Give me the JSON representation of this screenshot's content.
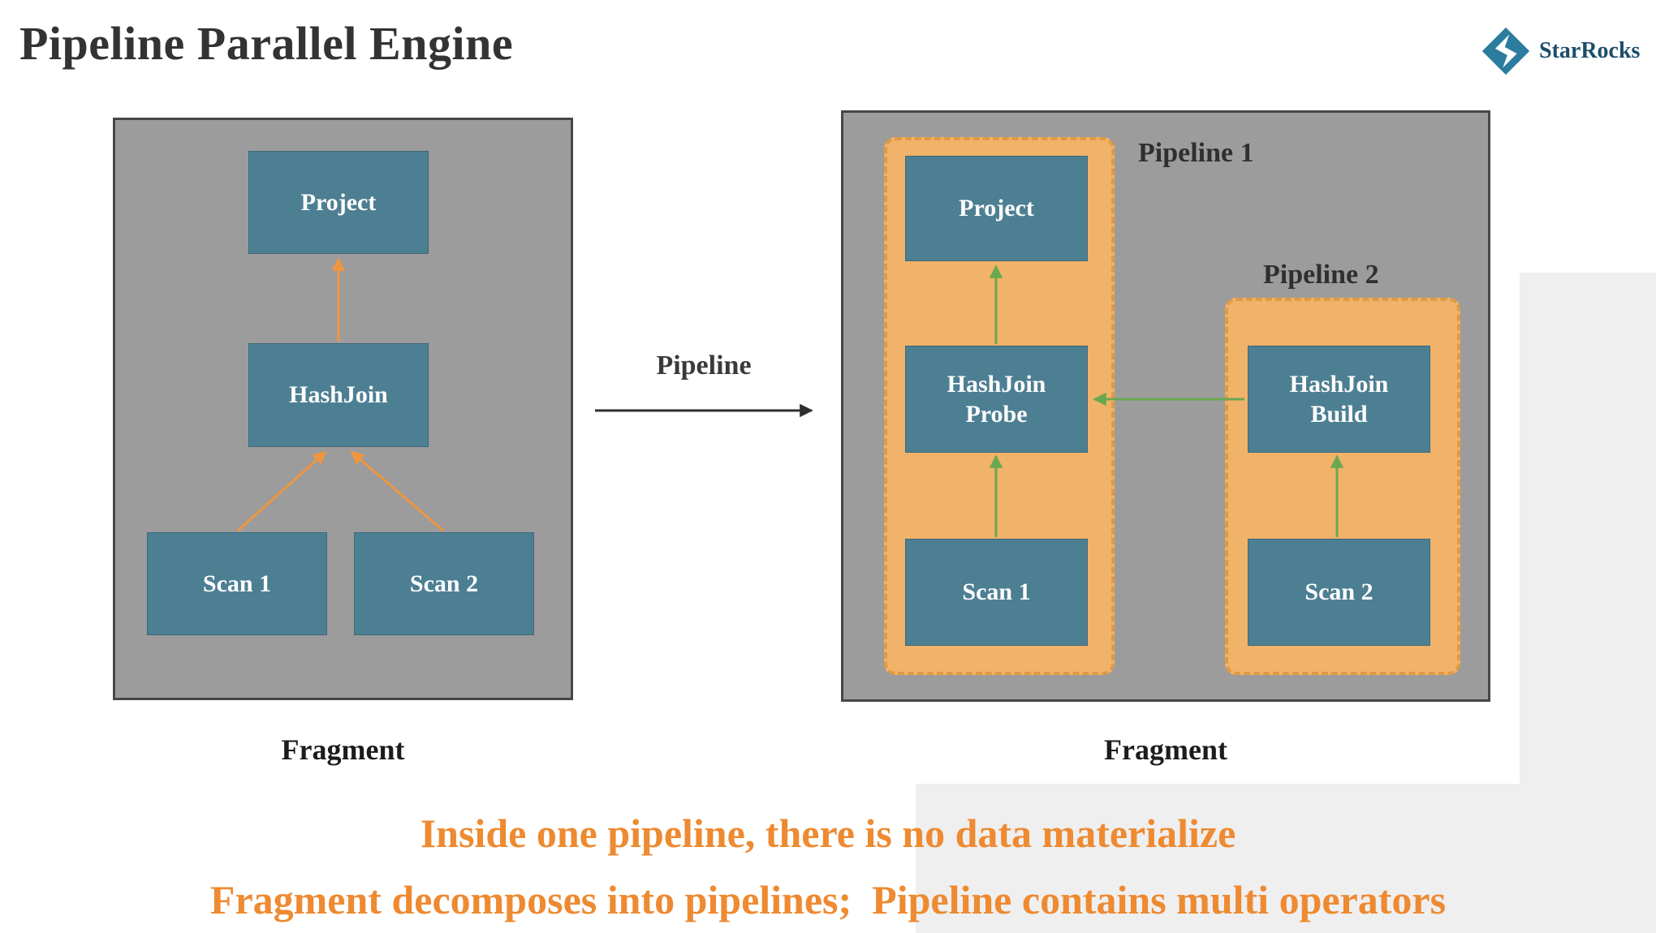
{
  "title": "Pipeline Parallel Engine",
  "logo": {
    "name": "StarRocks"
  },
  "left_fragment": {
    "caption": "Fragment",
    "nodes": {
      "project": "Project",
      "hashjoin": "HashJoin",
      "scan1": "Scan 1",
      "scan2": "Scan 2"
    }
  },
  "transition": {
    "label": "Pipeline"
  },
  "right_fragment": {
    "caption": "Fragment",
    "pipeline1": {
      "label": "Pipeline 1",
      "nodes": {
        "project": "Project",
        "hashjoin_probe": "HashJoin\nProbe",
        "scan1": "Scan 1"
      }
    },
    "pipeline2": {
      "label": "Pipeline 2",
      "nodes": {
        "hashjoin_build": "HashJoin\nBuild",
        "scan2": "Scan 2"
      }
    }
  },
  "captions": {
    "line1": "Inside one pipeline, there is no data materialize",
    "line2": "Fragment decomposes into pipelines;  Pipeline contains multi operators"
  },
  "colors": {
    "node_fill": "#4d7f93",
    "fragment_fill": "#9c9c9c",
    "pipeline_fill": "#f1b269",
    "orange_arrow": "#f0963f",
    "green_arrow": "#6aa84f",
    "black_arrow": "#2f2f2f",
    "caption_text": "#ee8a31"
  }
}
